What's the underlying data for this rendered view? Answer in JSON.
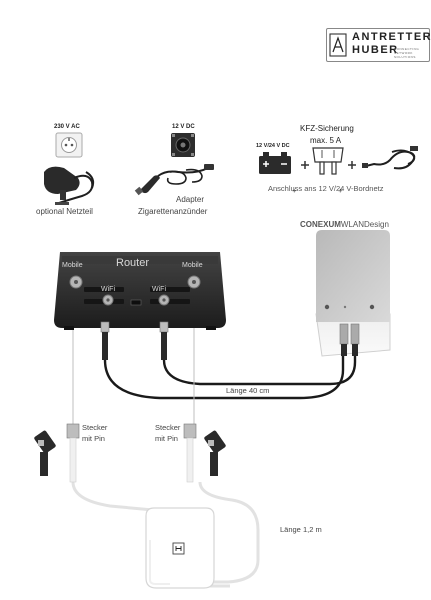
{
  "brand": {
    "line1": "ANTRETTER",
    "line2": "HUBER",
    "tagline": "CONNECTING NETWORK SOLUTIONS",
    "logo_icon": "ah-monogram-icon"
  },
  "power": {
    "ac_voltage": "230 V AC",
    "dc_voltage": "12 V DC",
    "psu_label": "optional Netzteil",
    "adapter_label_1": "Adapter",
    "adapter_label_2": "Zigarettenanzünder"
  },
  "fuse": {
    "title": "KFZ-Sicherung",
    "rating": "max. 5 A",
    "battery_label": "12 V/24 V DC",
    "plus_sign": "+",
    "caption": "Anschluss ans 12 V/24 V-Bordnetz"
  },
  "router": {
    "title": "Router",
    "port_mobile_left": "Mobile",
    "port_mobile_right": "Mobile",
    "port_wifi_left": "WiFi",
    "port_wifi_right": "WiFi"
  },
  "wlan_antenna": {
    "brand_bold": "CONEXUM",
    "brand_light": "WLANDesign"
  },
  "cables": {
    "wlan_length": "Länge 40 cm",
    "mobile_length": "Länge 1,2 m",
    "plug_left_1": "Stecker",
    "plug_left_2": "mit Pin",
    "plug_right_1": "Stecker",
    "plug_right_2": "mit Pin"
  },
  "colors": {
    "router_body": "#2b2b2b",
    "cable_black": "#1a1a1a",
    "cable_white": "#e6e6e6",
    "antenna_grey": "#cfcfcf"
  }
}
